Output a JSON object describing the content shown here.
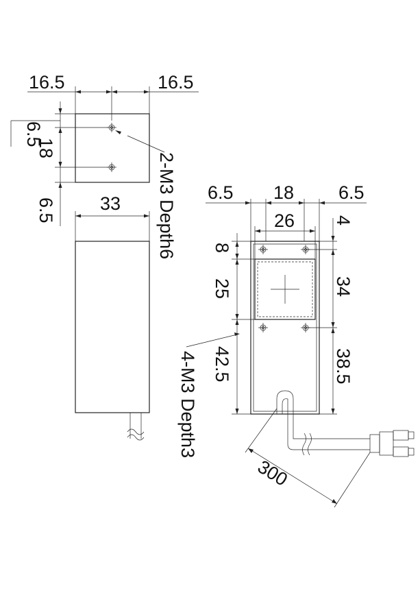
{
  "drawing": {
    "top_view": {
      "left_offset": "16.5",
      "right_offset": "16.5",
      "top_offset": "6.5",
      "hole_spacing": "18",
      "bottom_offset": "6.5",
      "thread_note": "2-M3 Depth6"
    },
    "side_view": {
      "width": "33"
    },
    "front_view": {
      "left_margin": "6.5",
      "center_width": "18",
      "right_margin": "6.5",
      "window_width": "26",
      "top_margin_right": "4",
      "top_hole": "8",
      "window_height": "25",
      "right_span": "34",
      "lower_left": "42.5",
      "lower_right": "38.5",
      "thread_note": "4-M3 Depth3",
      "cable_length": "300"
    }
  }
}
